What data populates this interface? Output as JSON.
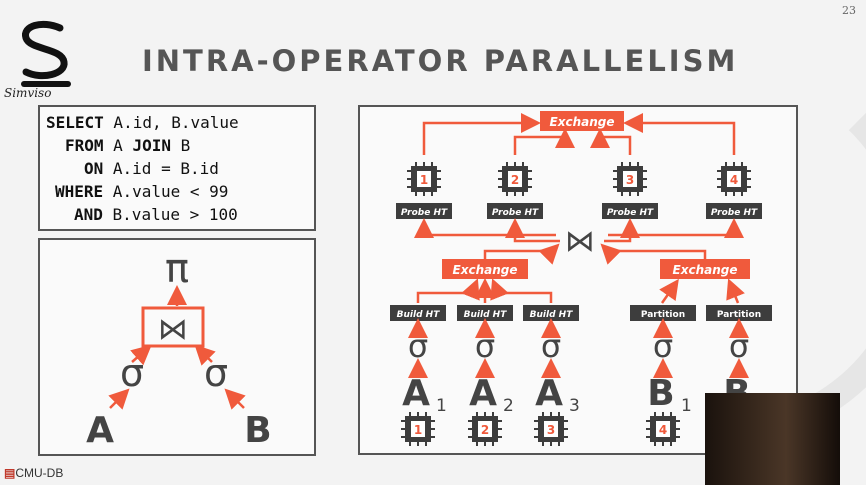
{
  "slide": {
    "title": "INTRA-OPERATOR PARALLELISM",
    "page_number": "23",
    "logo_caption": "Simviso",
    "footer": "CMU-DB"
  },
  "sql": {
    "lines": [
      {
        "kw": "SELECT",
        "rest": " A.id, B.value"
      },
      {
        "kw": "FROM",
        "rest": " A ",
        "kw2": "JOIN",
        "rest2": " B"
      },
      {
        "kw": "ON",
        "rest": " A.id = B.id"
      },
      {
        "kw": "WHERE",
        "rest": " A.value < 99"
      },
      {
        "kw": "AND",
        "rest": " B.value > 100"
      }
    ]
  },
  "tree": {
    "projection": "π",
    "join": "⋈",
    "select_left": "σ",
    "select_right": "σ",
    "left_table": "A",
    "right_table": "B"
  },
  "parallel": {
    "top_exchange": "Exchange",
    "left_exchange": "Exchange",
    "right_exchange": "Exchange",
    "probe_label": "Probe HT",
    "build_label": "Build HT",
    "partition_label": "Partition",
    "join": "⋈",
    "sigma": "σ",
    "probe_workers": [
      "1",
      "2",
      "3",
      "4"
    ],
    "build_tables": [
      {
        "name": "A",
        "sub": "1",
        "worker": "1"
      },
      {
        "name": "A",
        "sub": "2",
        "worker": "2"
      },
      {
        "name": "A",
        "sub": "3",
        "worker": "3"
      }
    ],
    "partition_tables": [
      {
        "name": "B",
        "sub": "1",
        "worker": "4"
      },
      {
        "name": "B",
        "sub": ""
      }
    ]
  },
  "colors": {
    "accent": "#f05a3c",
    "dark": "#444444",
    "chip": "#3d3d3d"
  }
}
